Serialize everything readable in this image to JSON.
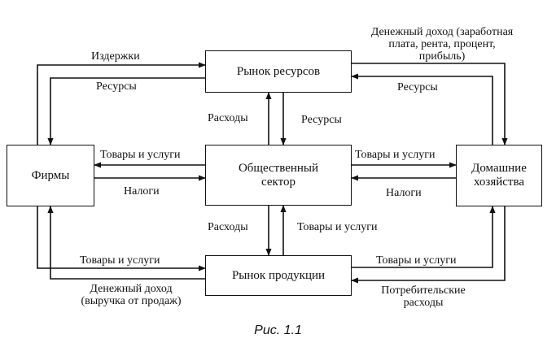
{
  "boxes": {
    "firms": "Фирмы",
    "resource_market": "Рынок ресурсов",
    "public_sector_line1": "Общественный",
    "public_sector_line2": "сектор",
    "households_line1": "Домашние",
    "households_line2": "хозяйства",
    "product_market": "Рынок продукции"
  },
  "labels": {
    "costs": "Издержки",
    "resources_left": "Ресурсы",
    "money_income_line1": "Денежный доход (заработная",
    "money_income_line2": "плата, рента, процент,",
    "money_income_line3": "прибыль)",
    "resources_right": "Ресурсы",
    "expenses_top": "Расходы",
    "resources_center": "Ресурсы",
    "goods_services_left": "Товары и услуги",
    "taxes_left": "Налоги",
    "goods_services_right": "Товары и услуги",
    "taxes_right": "Налоги",
    "expenses_bottom": "Расходы",
    "goods_services_center": "Товары и услуги",
    "goods_services_bottom_left": "Товары и услуги",
    "revenue_line1": "Денежный доход",
    "revenue_line2": "(выручка от продаж)",
    "goods_services_bottom_right": "Товары и услуги",
    "consumer_spending_line1": "Потребительские",
    "consumer_spending_line2": "расходы"
  },
  "caption": "Рис. 1.1"
}
